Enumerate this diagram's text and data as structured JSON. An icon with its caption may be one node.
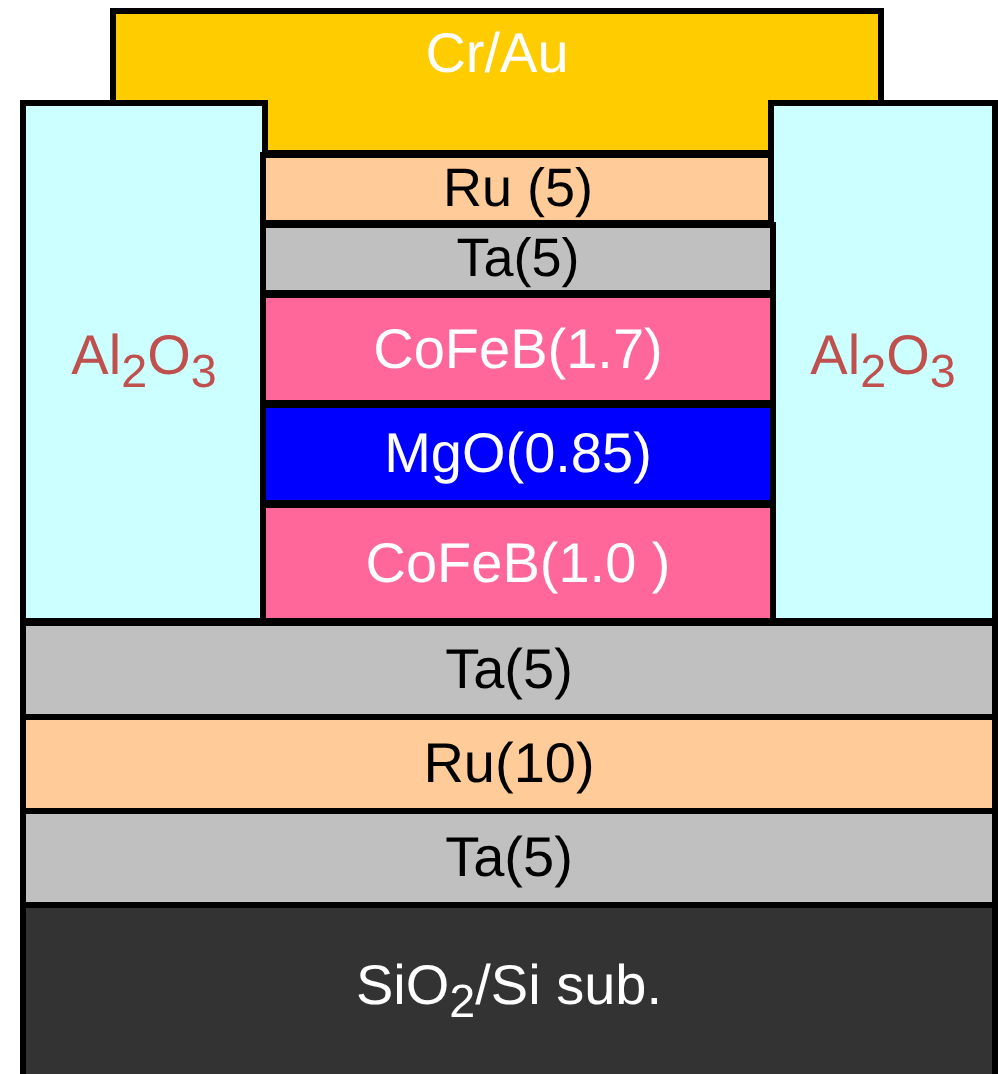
{
  "diagram": {
    "nodes": [
      {
        "text": [
          "Cr/Au"
        ]
      },
      {
        "text": [
          "Al$_{2}$O$_{3}$"
        ]
      },
      {
        "text": [
          "Ru (5)"
        ]
      },
      {
        "text": [
          "Al$_{2}$O$_{3}$"
        ]
      },
      {
        "text": [
          "Ta(5)"
        ]
      },
      {
        "text": [
          "CoFeB(1.7)"
        ]
      },
      {
        "text": [
          "MgO(0.85)"
        ]
      },
      {
        "text": [
          "CoFeB(1.0 )"
        ]
      },
      {
        "text": [
          "Ta(5)"
        ]
      },
      {
        "text": [
          "Ru(10)"
        ]
      },
      {
        "text": [
          "Ta(5)"
        ]
      },
      {
        "text": [
          "SiO$_{2}$/Si sub."
        ]
      }
    ]
  }
}
